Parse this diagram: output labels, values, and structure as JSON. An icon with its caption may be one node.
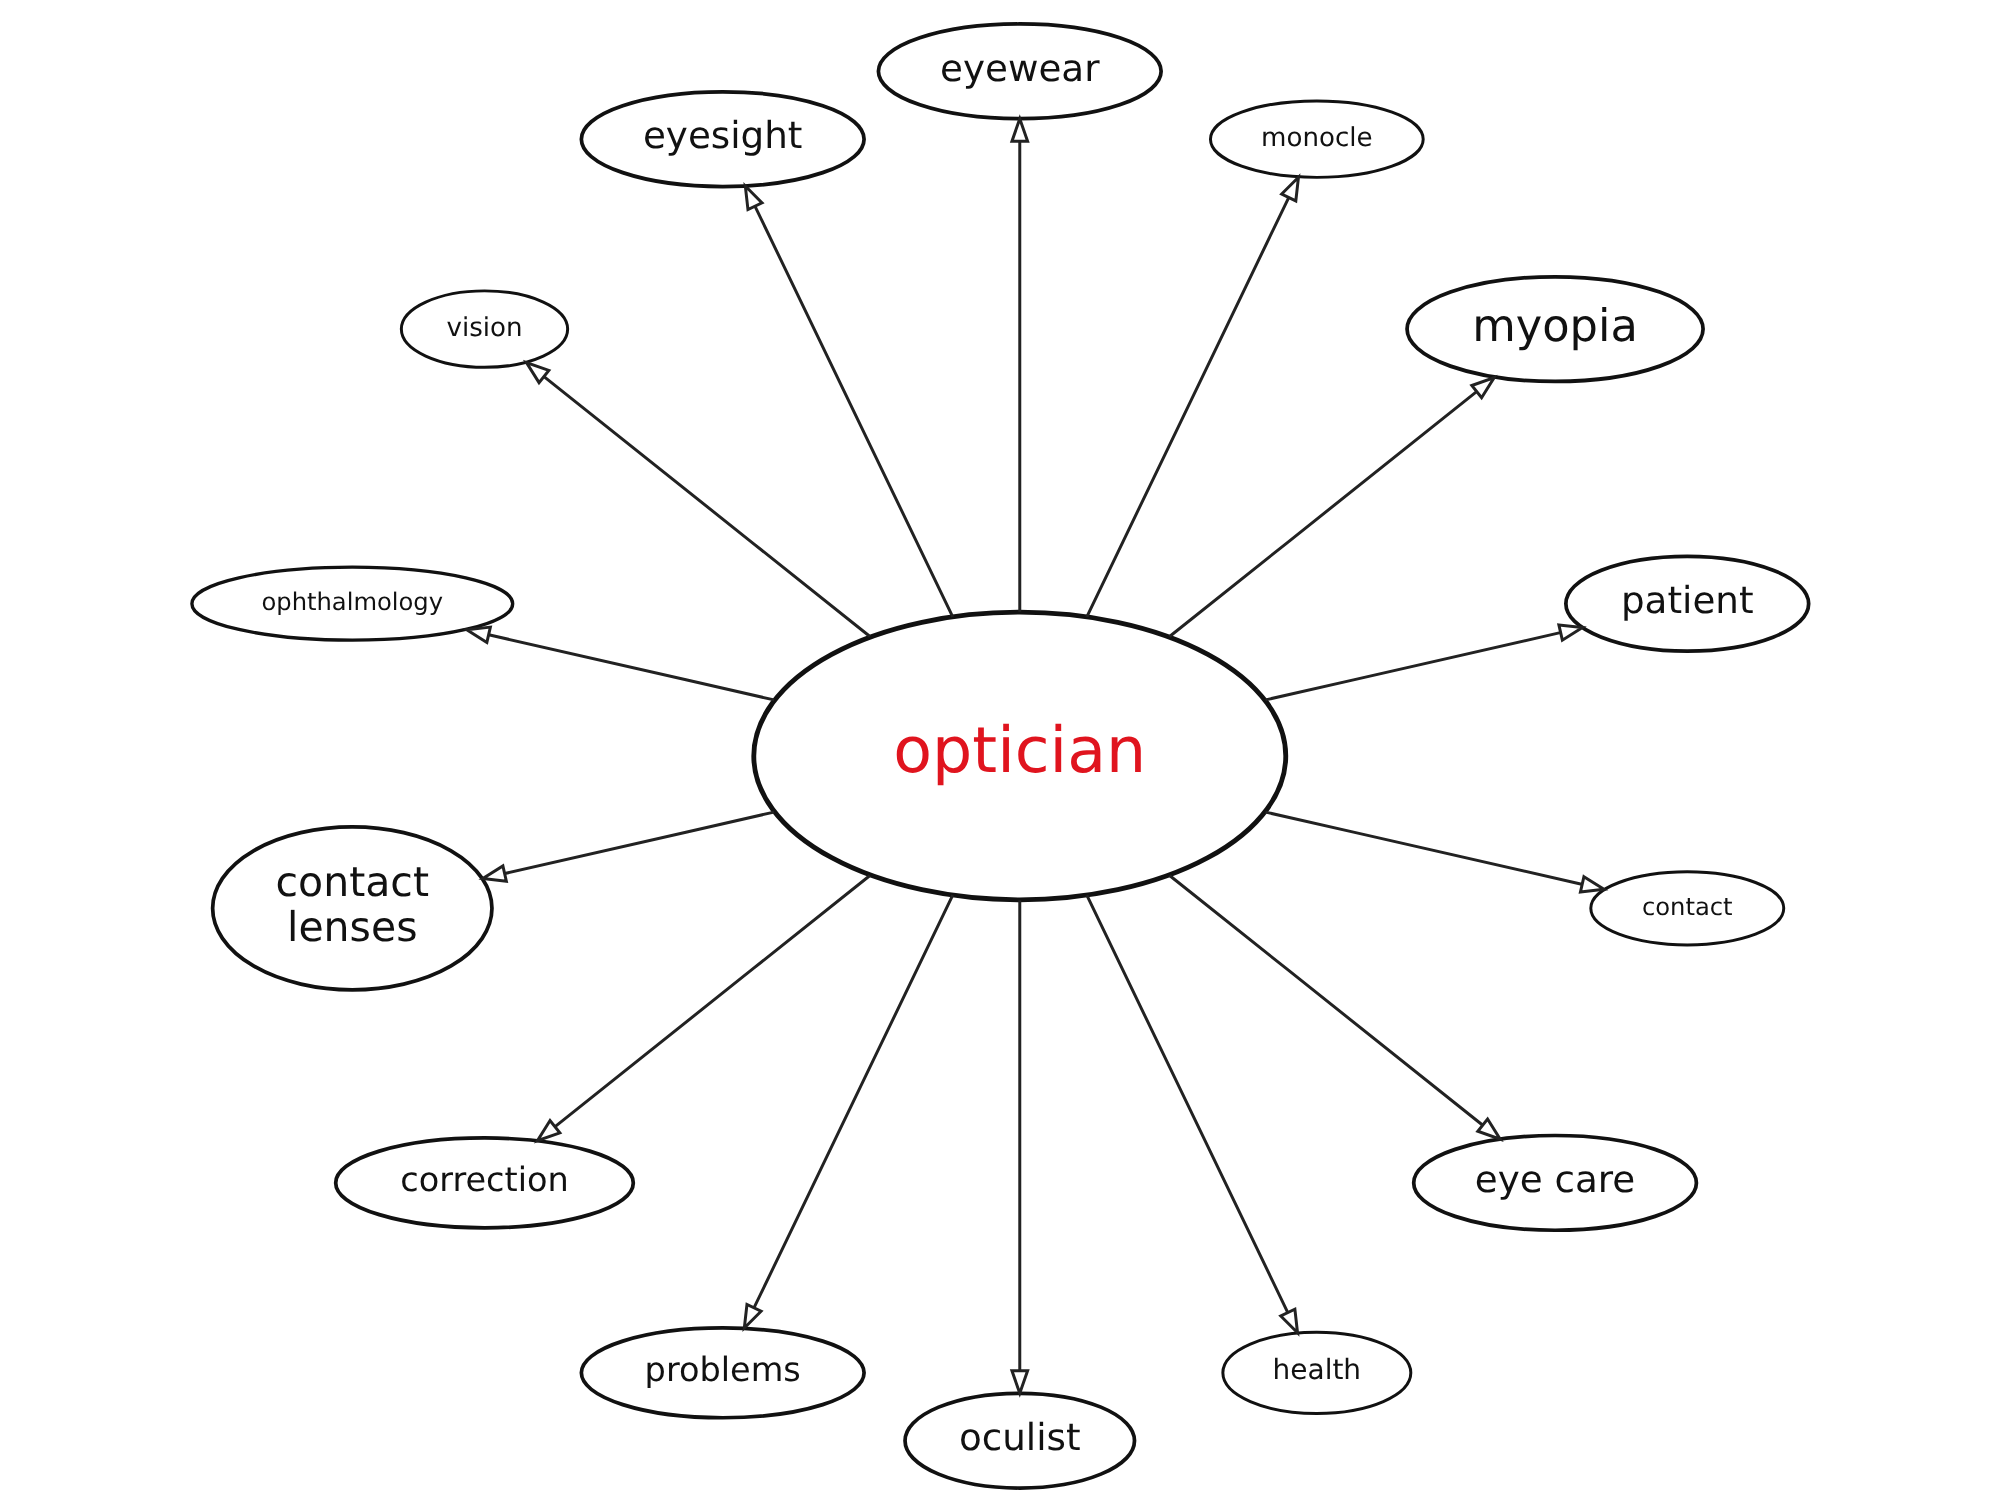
{
  "diagram": {
    "nodes": [
      {
        "text": [
          "vision"
        ]
      },
      {
        "text": [
          "eyesight"
        ]
      },
      {
        "text": [
          "eyewear"
        ]
      },
      {
        "text": [
          "monocle"
        ]
      },
      {
        "text": [
          "ophthalmology"
        ]
      },
      {
        "text": [
          "myopia"
        ]
      },
      {
        "text": [
          "optician"
        ]
      },
      {
        "text": [
          "contact lenses"
        ]
      },
      {
        "text": [
          "patient"
        ]
      },
      {
        "text": [
          "contact"
        ]
      },
      {
        "text": [
          "correction"
        ]
      },
      {
        "text": [
          "problems"
        ]
      },
      {
        "text": [
          "health"
        ]
      },
      {
        "text": [
          "eye care"
        ]
      },
      {
        "text": [
          "oculist"
        ]
      }
    ],
    "edges": [
      {
        "from": 6,
        "to": 0,
        "arrow": "to"
      },
      {
        "from": 6,
        "to": 1,
        "arrow": "to"
      },
      {
        "from": 6,
        "to": 2,
        "arrow": "to"
      },
      {
        "from": 6,
        "to": 3,
        "arrow": "to"
      },
      {
        "from": 6,
        "to": 5,
        "arrow": "to"
      },
      {
        "from": 6,
        "to": 8,
        "arrow": "to"
      },
      {
        "from": 6,
        "to": 9,
        "arrow": "to"
      },
      {
        "from": 6,
        "to": 13,
        "arrow": "to"
      },
      {
        "from": 6,
        "to": 12,
        "arrow": "to"
      },
      {
        "from": 6,
        "to": 14,
        "arrow": "to"
      },
      {
        "from": 6,
        "to": 11,
        "arrow": "to"
      },
      {
        "from": 6,
        "to": 10,
        "arrow": "to"
      },
      {
        "from": 6,
        "to": 7,
        "arrow": "to"
      },
      {
        "from": 6,
        "to": 4,
        "arrow": "to"
      }
    ]
  }
}
